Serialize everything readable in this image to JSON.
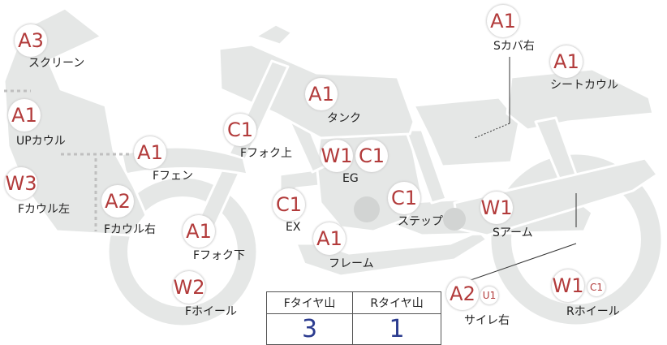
{
  "parts": [
    {
      "id": "screen",
      "code": "A3",
      "label": "スクリーン"
    },
    {
      "id": "upcowl",
      "code": "A1",
      "label": "UPカウル"
    },
    {
      "id": "fcowl-left",
      "code": "W3",
      "label": "Fカウル左"
    },
    {
      "id": "fcowl-right",
      "code": "A2",
      "label": "Fカウル右"
    },
    {
      "id": "ffender",
      "code": "A1",
      "label": "Fフェン"
    },
    {
      "id": "ffork-upper",
      "code": "C1",
      "label": "Fフォク上"
    },
    {
      "id": "ffork-lower",
      "code": "A1",
      "label": "Fフォク下"
    },
    {
      "id": "fwheel",
      "code": "W2",
      "label": "Fホイール"
    },
    {
      "id": "tank",
      "code": "A1",
      "label": "タンク"
    },
    {
      "id": "engine",
      "code": "W1",
      "code2": "C1",
      "label": "EG"
    },
    {
      "id": "exhaust",
      "code": "C1",
      "label": "EX"
    },
    {
      "id": "frame",
      "code": "A1",
      "label": "フレーム"
    },
    {
      "id": "step",
      "code": "C1",
      "label": "ステップ"
    },
    {
      "id": "scover-right",
      "code": "A1",
      "label": "Sカバ右"
    },
    {
      "id": "seatcowl",
      "code": "A1",
      "label": "シートカウル"
    },
    {
      "id": "swingarm",
      "code": "W1",
      "label": "Sアーム"
    },
    {
      "id": "silencer-right",
      "code": "A2",
      "code2": "U1",
      "label": "サイレ右"
    },
    {
      "id": "rwheel",
      "code": "W1",
      "code2": "C1",
      "label": "Rホイール"
    }
  ],
  "tyre_table": {
    "front_header": "Fタイヤ山",
    "rear_header": "Rタイヤ山",
    "front_value": "3",
    "rear_value": "1"
  },
  "colors": {
    "body": "#e5e7e6",
    "outline": "#ffffff",
    "badge_text": "#b23b3b",
    "value_text": "#2b3b8f",
    "guide": "#bfbfbf"
  }
}
